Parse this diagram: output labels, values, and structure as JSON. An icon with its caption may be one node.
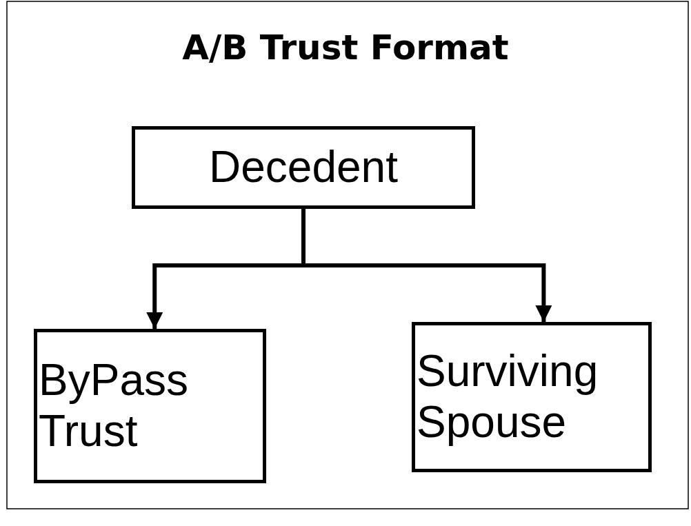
{
  "diagram": {
    "title": "A/B Trust Format",
    "nodes": [
      {
        "text": [
          "Decedent"
        ]
      },
      {
        "text": [
          "ByPass Trust"
        ]
      },
      {
        "text": [
          "Surviving Spouse"
        ]
      }
    ],
    "edges": [
      {
        "from": 0,
        "to": 1,
        "arrow": "to"
      },
      {
        "from": 0,
        "to": 2,
        "arrow": "to"
      }
    ]
  }
}
